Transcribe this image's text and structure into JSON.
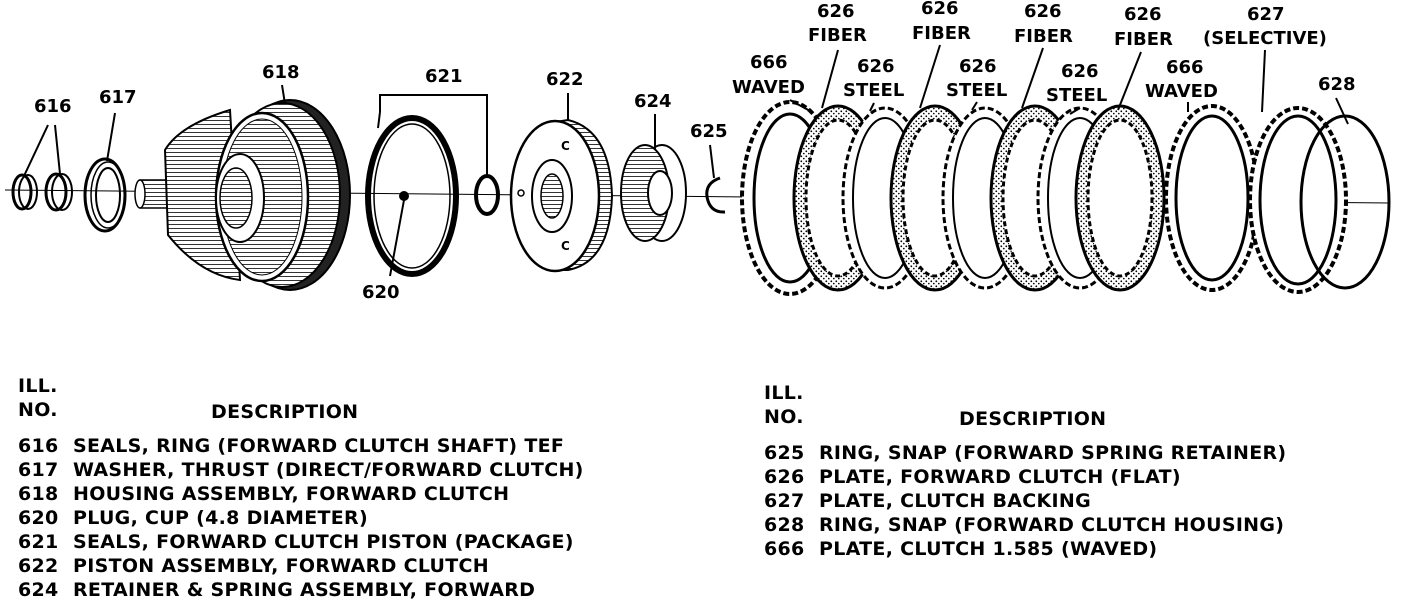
{
  "callouts": [
    {
      "num": "616",
      "sub": ""
    },
    {
      "num": "617",
      "sub": ""
    },
    {
      "num": "618",
      "sub": ""
    },
    {
      "num": "621",
      "sub": ""
    },
    {
      "num": "620",
      "sub": ""
    },
    {
      "num": "622",
      "sub": ""
    },
    {
      "num": "624",
      "sub": ""
    },
    {
      "num": "625",
      "sub": ""
    },
    {
      "num": "666",
      "sub": "WAVED"
    },
    {
      "num": "626",
      "sub": "FIBER"
    },
    {
      "num": "626",
      "sub": "STEEL"
    },
    {
      "num": "626",
      "sub": "FIBER"
    },
    {
      "num": "626",
      "sub": "STEEL"
    },
    {
      "num": "626",
      "sub": "FIBER"
    },
    {
      "num": "626",
      "sub": "STEEL"
    },
    {
      "num": "626",
      "sub": "FIBER"
    },
    {
      "num": "666",
      "sub": "WAVED"
    },
    {
      "num": "627",
      "sub": "(SELECTIVE)"
    },
    {
      "num": "628",
      "sub": ""
    }
  ],
  "legend": {
    "ill_label": "ILL.",
    "no_label": "NO.",
    "desc_label": "DESCRIPTION",
    "left": [
      {
        "num": "616",
        "desc": "SEALS, RING (FORWARD CLUTCH SHAFT) TEF"
      },
      {
        "num": "617",
        "desc": "WASHER, THRUST (DIRECT/FORWARD CLUTCH)"
      },
      {
        "num": "618",
        "desc": "HOUSING ASSEMBLY, FORWARD CLUTCH"
      },
      {
        "num": "620",
        "desc": "PLUG, CUP (4.8 DIAMETER)"
      },
      {
        "num": "621",
        "desc": "SEALS, FORWARD CLUTCH PISTON (PACKAGE)"
      },
      {
        "num": "622",
        "desc": "PISTON ASSEMBLY, FORWARD CLUTCH"
      },
      {
        "num": "624",
        "desc": "RETAINER & SPRING ASSEMBLY, FORWARD"
      }
    ],
    "right": [
      {
        "num": "625",
        "desc": "RING, SNAP (FORWARD SPRING RETAINER)"
      },
      {
        "num": "626",
        "desc": "PLATE, FORWARD CLUTCH (FLAT)"
      },
      {
        "num": "627",
        "desc": "PLATE, CLUTCH BACKING"
      },
      {
        "num": "628",
        "desc": "RING, SNAP (FORWARD CLUTCH HOUSING)"
      },
      {
        "num": "666",
        "desc": "PLATE, CLUTCH 1.585 (WAVED)"
      }
    ]
  }
}
